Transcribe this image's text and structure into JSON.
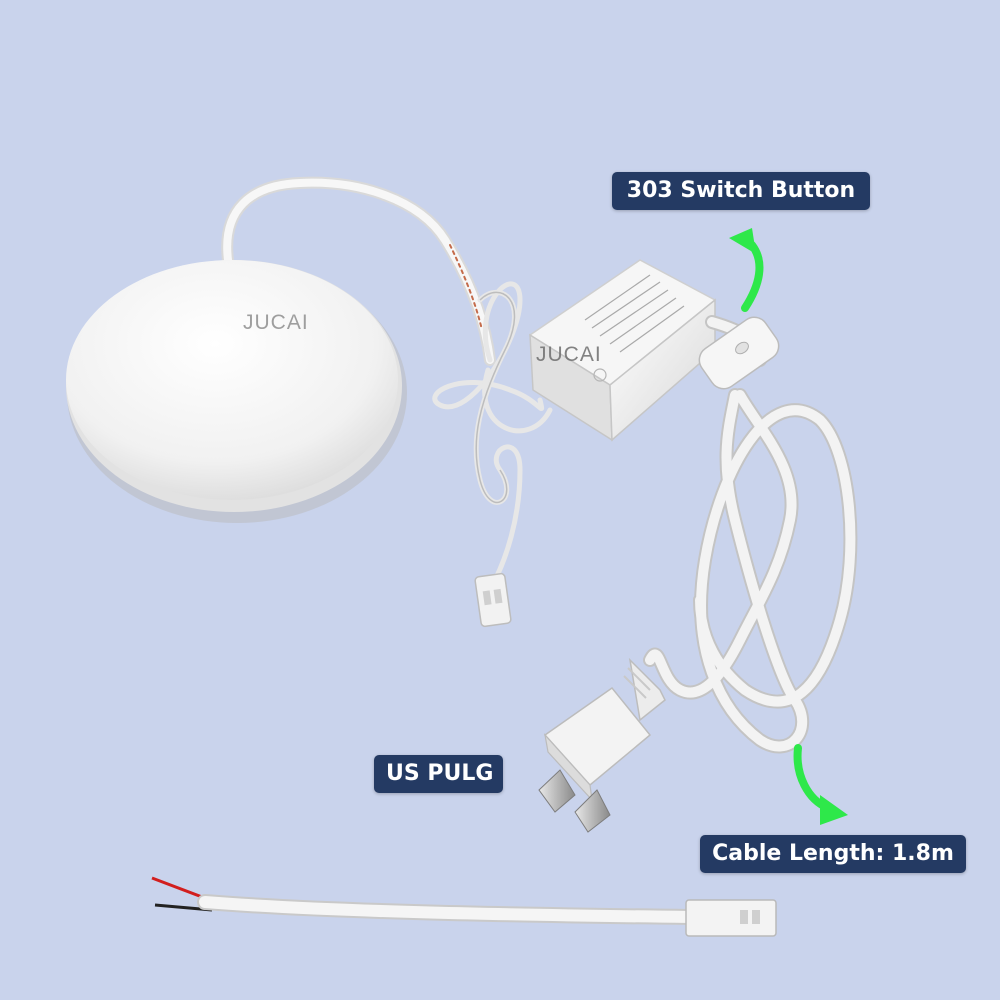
{
  "labels": {
    "switch_button": "303 Switch Button",
    "plug": "US PULG",
    "cable_length": "Cable Length: 1.8m"
  },
  "watermarks": [
    "JUCAI",
    "JUCAI"
  ],
  "colors": {
    "background": "#c9d3ec",
    "label_bg": "#243a63",
    "label_text": "#ffffff",
    "arrow": "#2ee84a",
    "product": "#f4f4f4",
    "red_wire": "#d21e1e",
    "black_wire": "#222222"
  }
}
